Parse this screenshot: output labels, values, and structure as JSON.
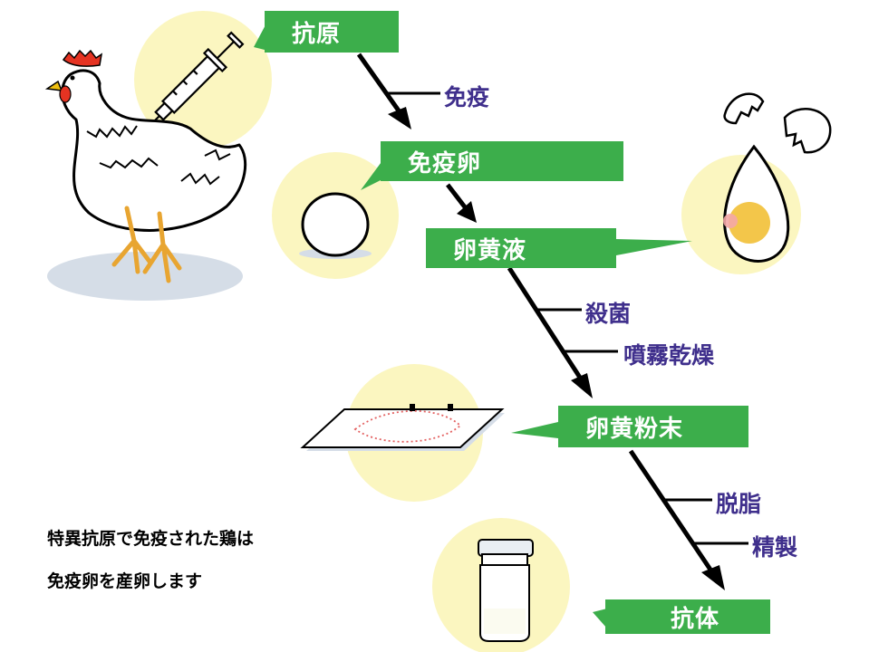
{
  "boxes": {
    "antigen": "抗原",
    "immune_egg": "免疫卵",
    "yolk_liquid": "卵黄液",
    "yolk_powder": "卵黄粉末",
    "antibody": "抗体"
  },
  "steps": {
    "immunize": "免疫",
    "sterilize": "殺菌",
    "spray_dry": "噴霧乾燥",
    "defat": "脱脂",
    "purify": "精製"
  },
  "note": {
    "line1": "特異抗原で免疫された鶏は",
    "line2": "免疫卵を産卵します"
  },
  "colors": {
    "box_green": "#3cae4b",
    "step_text": "#3f2f8c",
    "circle_fill": "#fbf6c0",
    "shadow": "#d5dde7"
  }
}
